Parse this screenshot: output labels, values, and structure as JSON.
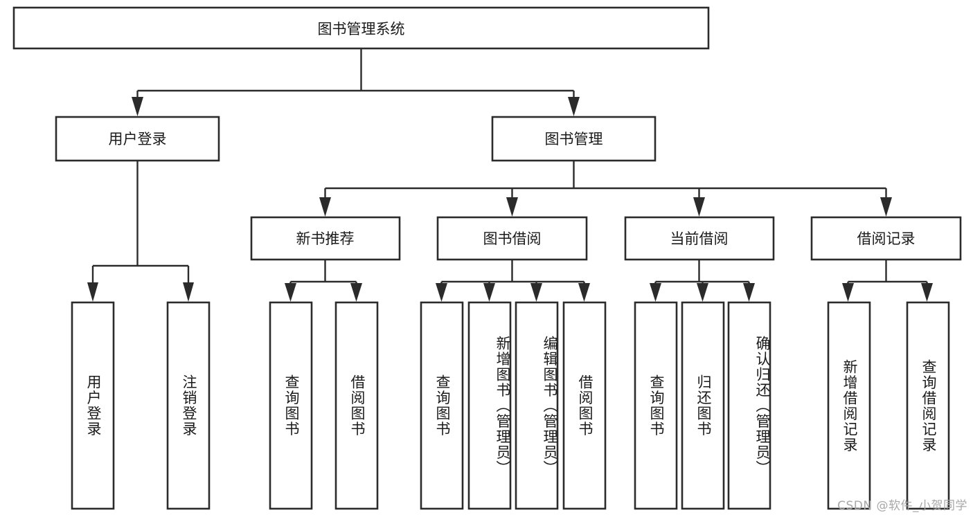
{
  "diagram": {
    "type": "tree-hierarchy",
    "title": "图书管理系统",
    "watermark": "CSDN @软件_小贺同学",
    "colors": {
      "stroke": "#2b2b2b",
      "fill": "#ffffff",
      "text": "#1a1a1a",
      "watermark": "#a8a8a8"
    },
    "levels": {
      "root": {
        "label": "图书管理系统"
      },
      "level2": [
        {
          "label": "用户登录"
        },
        {
          "label": "图书管理"
        }
      ],
      "level3": [
        {
          "label": "新书推荐"
        },
        {
          "label": "图书借阅"
        },
        {
          "label": "当前借阅"
        },
        {
          "label": "借阅记录"
        }
      ],
      "leaves": [
        {
          "label": "用户登录",
          "parent": "用户登录"
        },
        {
          "label": "注销登录",
          "parent": "用户登录"
        },
        {
          "label": "查询图书",
          "parent": "新书推荐"
        },
        {
          "label": "借阅图书",
          "parent": "新书推荐"
        },
        {
          "label": "查询图书",
          "parent": "图书借阅"
        },
        {
          "label": "新增图书（管理员）",
          "parent": "图书借阅"
        },
        {
          "label": "编辑图书（管理员）",
          "parent": "图书借阅"
        },
        {
          "label": "借阅图书",
          "parent": "图书借阅"
        },
        {
          "label": "查询图书",
          "parent": "当前借阅"
        },
        {
          "label": "归还图书",
          "parent": "当前借阅"
        },
        {
          "label": "确认归还（管理员）",
          "parent": "当前借阅"
        },
        {
          "label": "新增借阅记录",
          "parent": "借阅记录"
        },
        {
          "label": "查询借阅记录",
          "parent": "借阅记录"
        }
      ]
    }
  }
}
